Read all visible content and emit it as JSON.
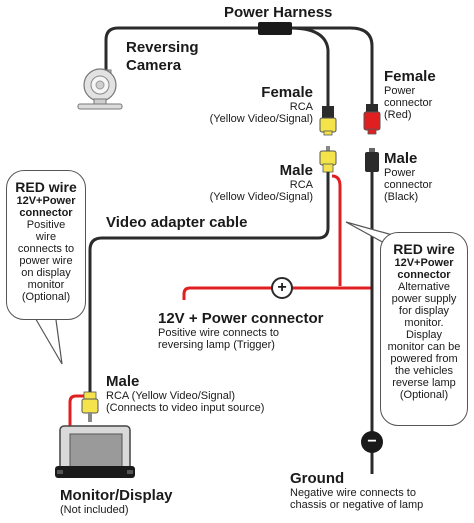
{
  "labels": {
    "power_harness": "Power Harness",
    "reversing_camera": [
      "Reversing",
      "Camera"
    ],
    "female_rca": {
      "title": "Female",
      "line1": "RCA",
      "line2": "(Yellow Video/Signal)"
    },
    "female_power": {
      "title": "Female",
      "line1": "Power",
      "line2": "connector",
      "line3": "(Red)"
    },
    "male_rca": {
      "title": "Male",
      "line1": "RCA",
      "line2": "(Yellow Video/Signal)"
    },
    "male_power": {
      "title": "Male",
      "line1": "Power",
      "line2": "connector",
      "line3": "(Black)"
    },
    "video_adapter": "Video adapter cable",
    "power_12v": {
      "title": "12V + Power connector",
      "line1": "Positive wire connects to",
      "line2": "reversing lamp (Trigger)"
    },
    "male_monitor": {
      "title": "Male",
      "line1": "RCA (Yellow Video/Signal)",
      "line2": "(Connects to video input source)"
    },
    "monitor": {
      "title": "Monitor/Display",
      "line1": "(Not included)"
    },
    "ground": {
      "title": "Ground",
      "line1": "Negative wire connects to",
      "line2": "chassis or negative of lamp"
    }
  },
  "bubble_left": {
    "title": "RED wire",
    "subtitle": [
      "12V+Power",
      "connector"
    ],
    "body": [
      "Positive",
      "wire",
      "connects to",
      "power wire",
      "on display",
      "monitor",
      "(Optional)"
    ]
  },
  "bubble_right": {
    "title": "RED wire",
    "subtitle": [
      "12V+Power",
      "connector"
    ],
    "body": [
      "Alternative",
      "power supply",
      "for display",
      "monitor.",
      "Display",
      "monitor can be",
      "powered from",
      "the vehicles",
      "reverse lamp",
      "(Optional)"
    ]
  },
  "symbols": {
    "plus": "+",
    "minus": "−"
  },
  "colors": {
    "wire": "#2b2b2b",
    "red_wire": "#e02020",
    "rca_yellow": "#f4e34a",
    "rca_red": "#e02020"
  }
}
